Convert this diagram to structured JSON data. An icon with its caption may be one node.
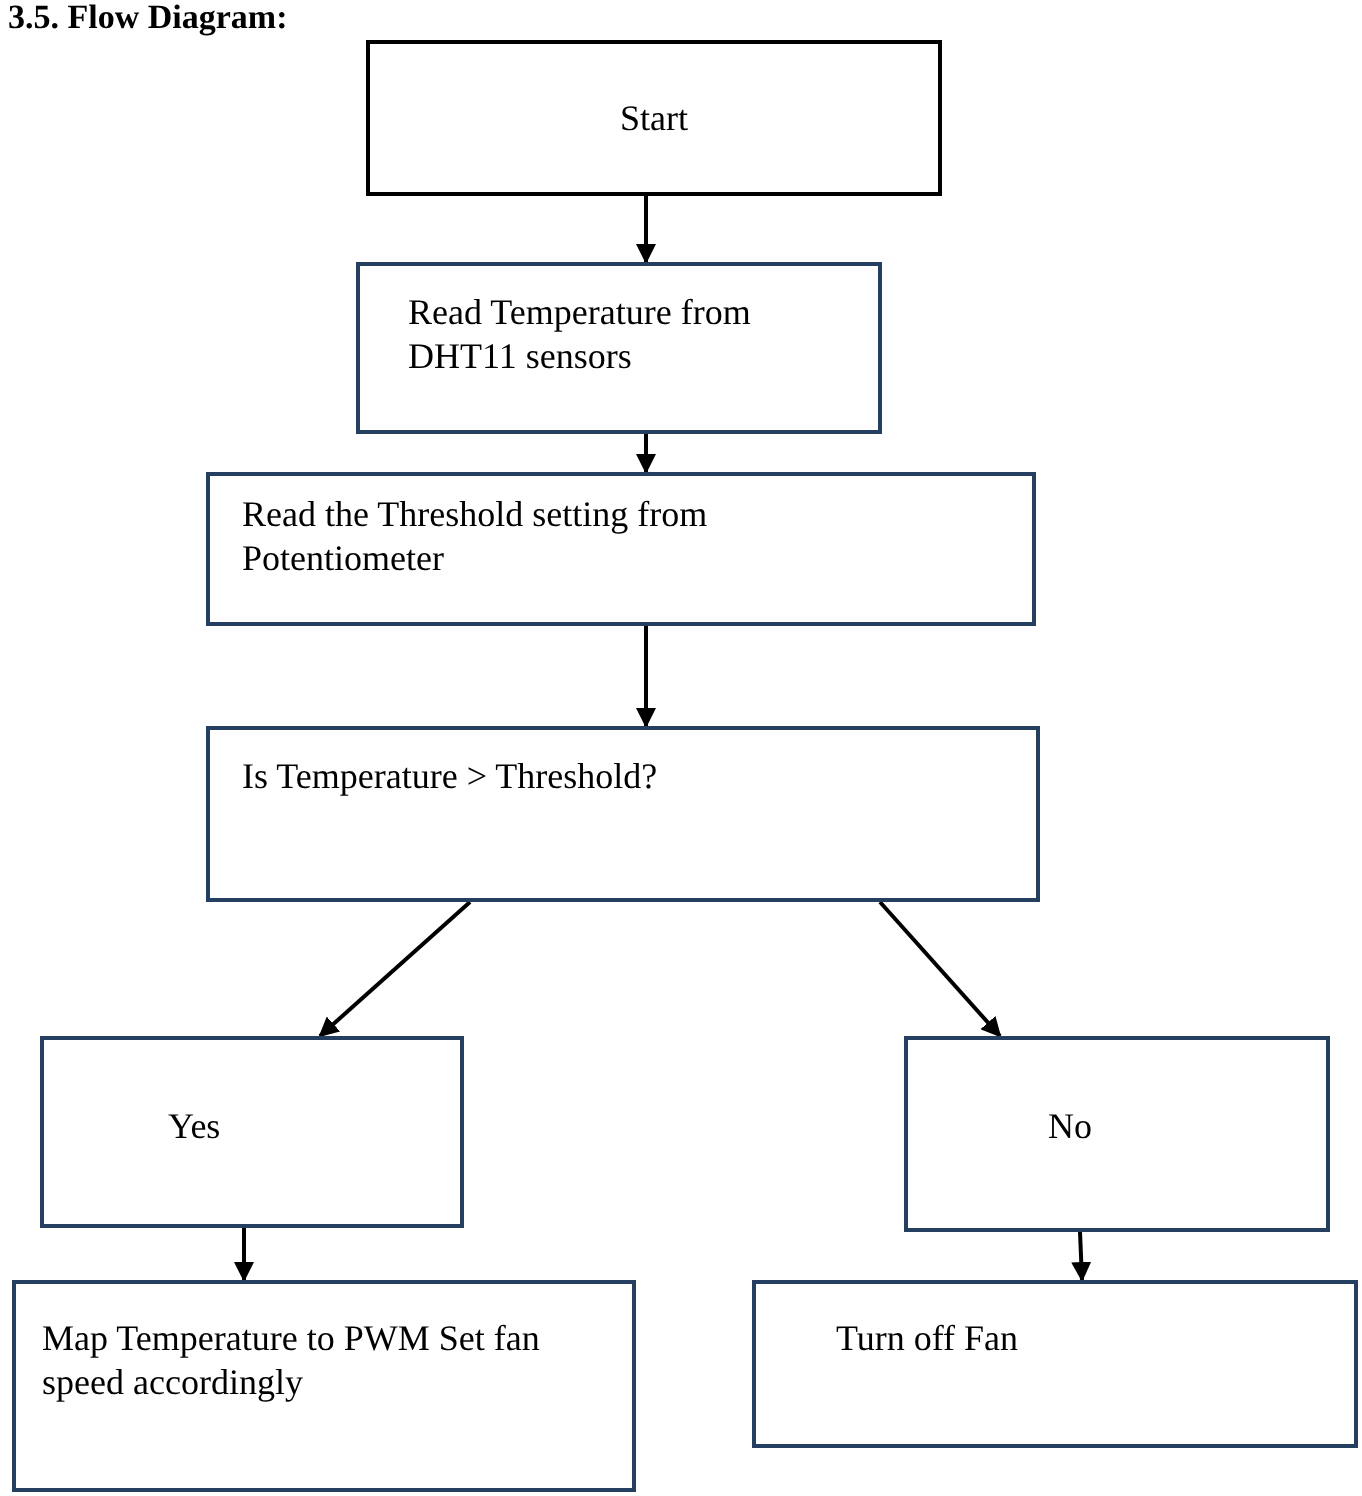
{
  "diagram": {
    "title": "3.5. Flow Diagram:",
    "nodes": [
      {
        "text": [
          "Start"
        ]
      },
      {
        "text": [
          "Read Temperature from DHT11 sensors"
        ]
      },
      {
        "text": [
          "Read the Threshold setting from Potentiometer"
        ]
      },
      {
        "text": [
          "Is Temperature > Threshold?"
        ]
      },
      {
        "text": [
          "Yes"
        ]
      },
      {
        "text": [
          "No"
        ]
      },
      {
        "text": [
          "Map Temperature to PWM Set fan speed accordingly"
        ]
      },
      {
        "text": [
          "Turn off Fan"
        ]
      }
    ],
    "edges": [
      {
        "from": 0,
        "to": 1,
        "arrow": "to"
      },
      {
        "from": 1,
        "to": 2,
        "arrow": "to"
      },
      {
        "from": 2,
        "to": 3,
        "arrow": "to"
      },
      {
        "from": 3,
        "to": 4,
        "arrow": "to"
      },
      {
        "from": 3,
        "to": 5,
        "arrow": "to"
      },
      {
        "from": 4,
        "to": 6,
        "arrow": "to"
      },
      {
        "from": 5,
        "to": 7,
        "arrow": "to"
      }
    ]
  }
}
